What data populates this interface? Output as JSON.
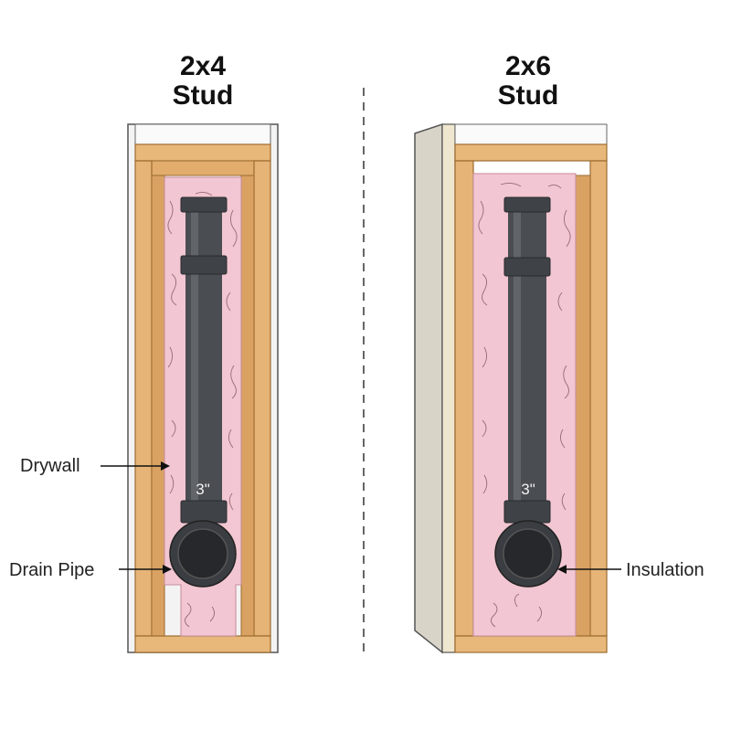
{
  "panels": {
    "left": {
      "title_line1": "2x4",
      "title_line2": "Stud",
      "pipe_size": "3\""
    },
    "right": {
      "title_line1": "2x6",
      "title_line2": "Stud",
      "pipe_size": "3\""
    }
  },
  "callouts": {
    "drywall": "Drywall",
    "drain_pipe": "Drain Pipe",
    "insulation": "Insulation"
  },
  "colors": {
    "wood": "#e8b87a",
    "wood_edge": "#b7813f",
    "insulation": "#f2c6d2",
    "pipe": "#4a4d52",
    "pipe_highlight": "#6b6f75",
    "drywall": "#f1f1f1",
    "drywall_side": "#d9d4c8"
  }
}
